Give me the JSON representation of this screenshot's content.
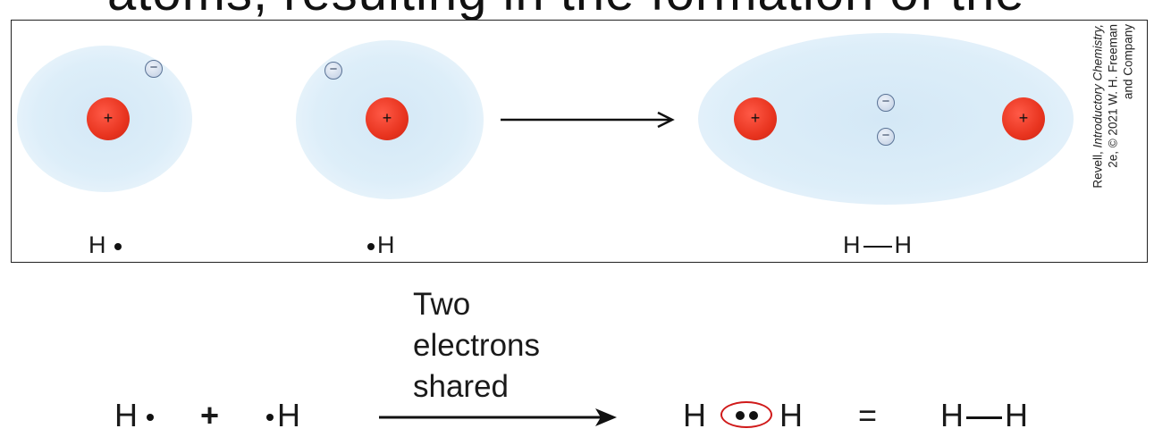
{
  "clipped_title": "atoms, resulting in the formation of the",
  "top_figure": {
    "left_atom_label": "H",
    "middle_atom_label": "H",
    "molecule_label_left": "H",
    "molecule_label_right": "H",
    "nucleus_sign": "+",
    "electron_sign": "−",
    "credit_line_1_prefix": "Revell, ",
    "credit_line_1_italic": "Introductory Chemistry,",
    "credit_line_2": "2e, © 2021 W. H. Freeman",
    "credit_line_3": "and Company"
  },
  "bottom_equation": {
    "left_h": "H",
    "plus": "+",
    "right_h": "H",
    "arrow_caption_line_1": "Two",
    "arrow_caption_line_2": "electrons",
    "arrow_caption_line_3": "shared",
    "product_h_left": "H",
    "product_h_right": "H",
    "equals": "=",
    "bond_h_left": "H",
    "bond_h_right": "H"
  },
  "colors": {
    "nucleus": "#e8341f",
    "electron_cloud": "#ddeef9",
    "shared_pair_outline": "#d01a1a"
  }
}
